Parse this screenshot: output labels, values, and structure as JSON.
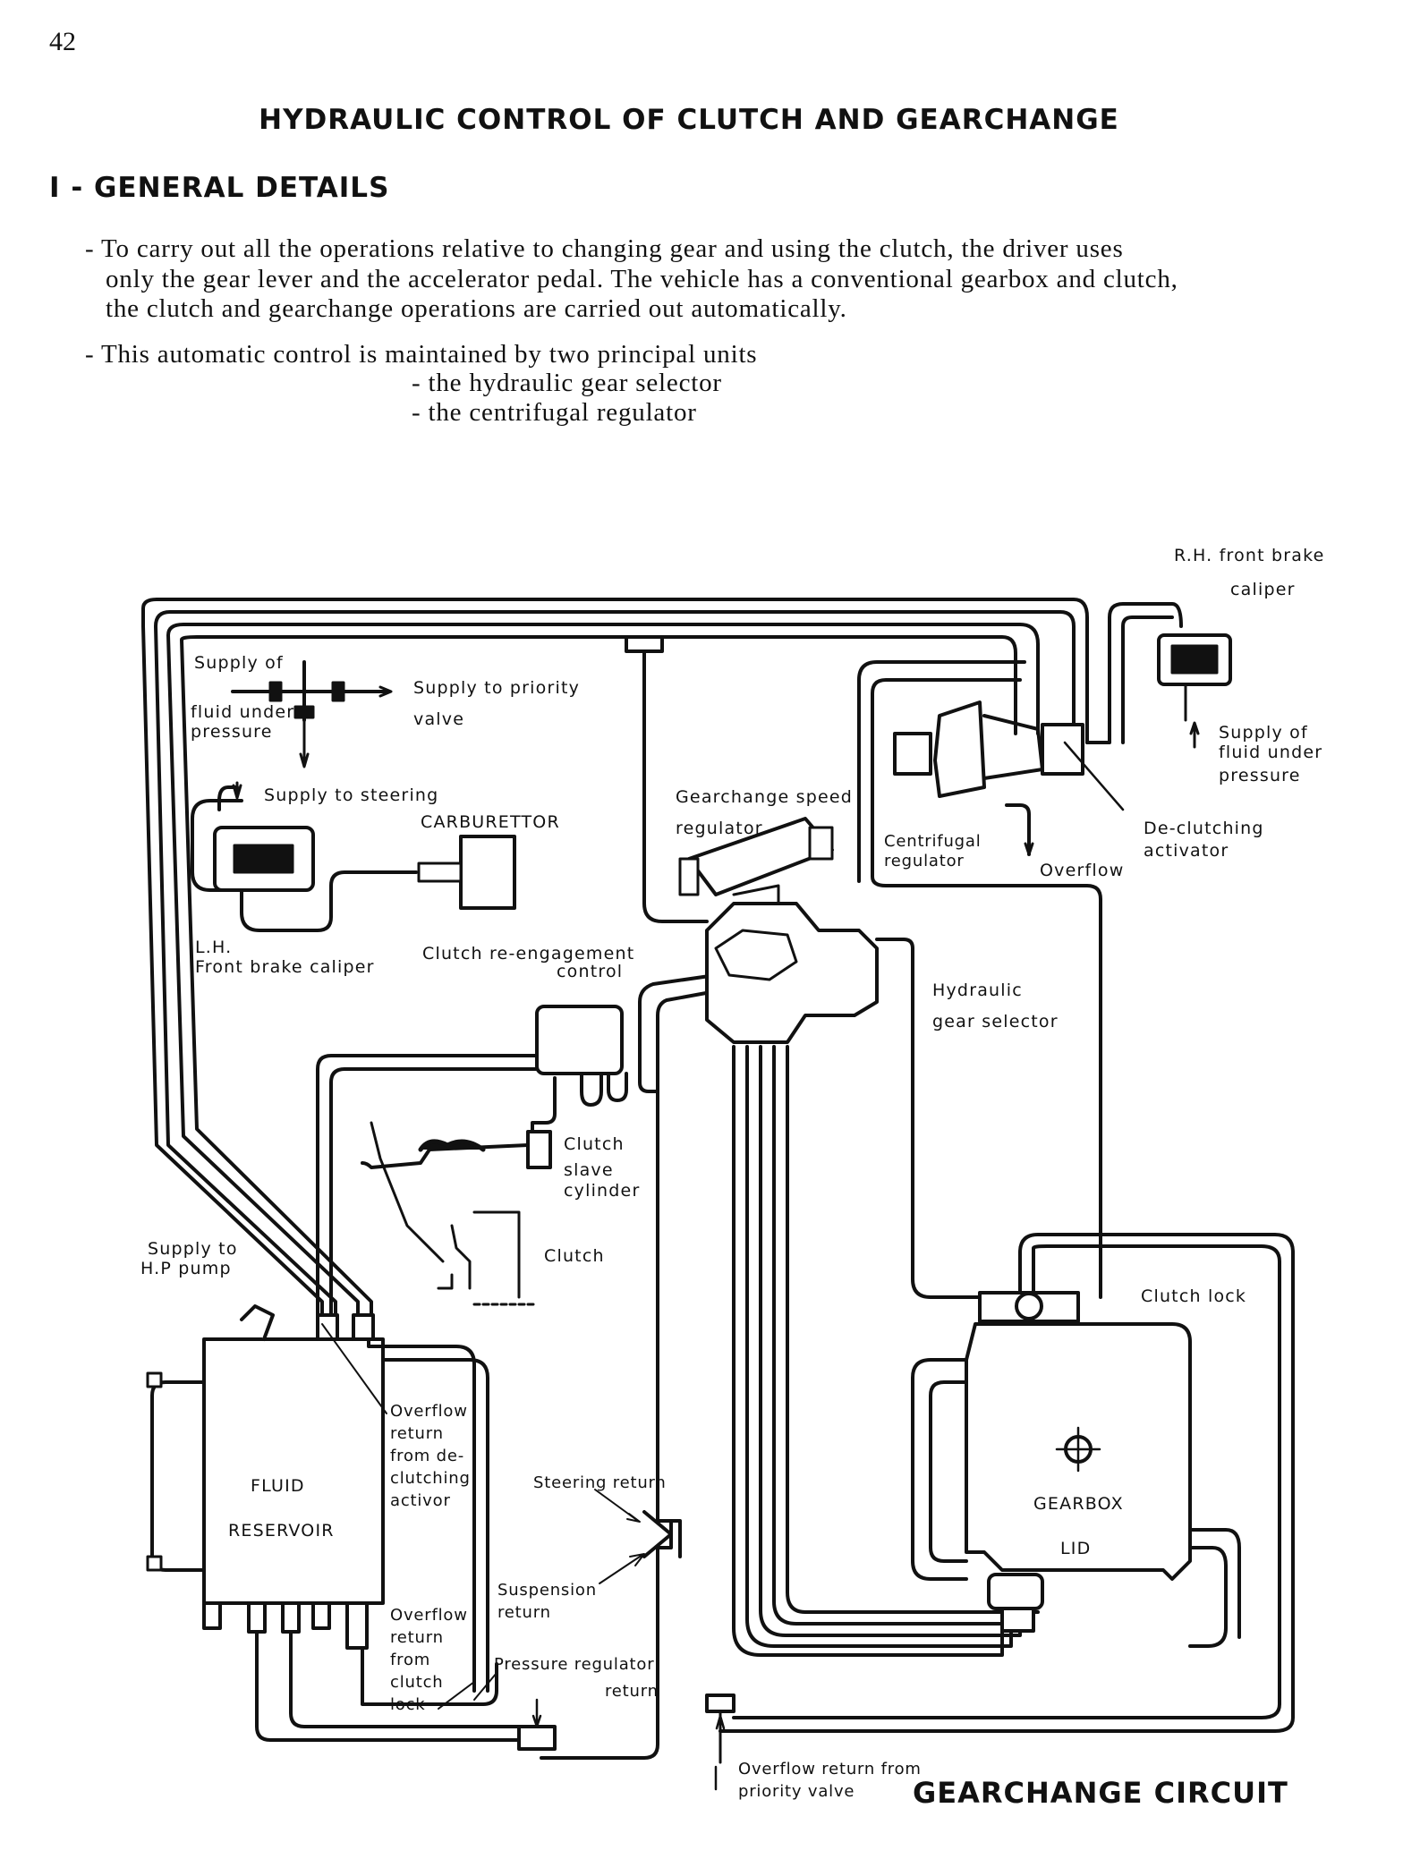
{
  "page_number": "42",
  "title": "HYDRAULIC CONTROL OF CLUTCH AND GEARCHANGE",
  "section": "I - GENERAL DETAILS",
  "paragraph1": [
    "- To carry out all the operations relative to changing gear and using the clutch, the driver uses",
    "only the gear lever and the accelerator  pedal. The vehicle has a conventional gearbox and clutch,",
    "the clutch and gearchange operations are carried out automatically."
  ],
  "paragraph2": [
    "- This automatic control is maintained by two principal units",
    "- the hydraulic gear selector",
    "- the centrifugal regulator"
  ],
  "labels": {
    "rh_caliper": [
      "R.H. front brake",
      "caliper"
    ],
    "supply_fluid_left": [
      "Supply of",
      "fluid under",
      "pressure"
    ],
    "supply_priority": [
      "Supply to priority",
      "valve"
    ],
    "supply_steering": "Supply to steering",
    "carburettor": "CARBURETTOR",
    "lh_caliper": [
      "L.H.",
      "Front brake caliper"
    ],
    "speed_regulator": [
      "Gearchange speed",
      "regulator"
    ],
    "centrifugal": [
      "Centrifugal",
      "regulator"
    ],
    "overflow_top": "Overflow",
    "declutching": [
      "De-clutching",
      "activator"
    ],
    "supply_fluid_right": [
      "Supply of",
      "fluid under",
      "pressure"
    ],
    "reengagement": [
      "Clutch re-engagement",
      "control"
    ],
    "gear_selector": [
      "Hydraulic",
      "gear selector"
    ],
    "slave": [
      "Clutch",
      "slave",
      "cylinder"
    ],
    "clutch": "Clutch",
    "hp_pump": [
      "Supply to",
      "H.P pump"
    ],
    "clutch_lock": "Clutch lock",
    "reservoir": [
      "FLUID",
      "RESERVOIR"
    ],
    "overflow_decl": [
      "Overflow",
      "return",
      "from de-",
      "clutching",
      "activor"
    ],
    "steering_return": "Steering return",
    "suspension_return": [
      "Suspension",
      "return"
    ],
    "overflow_lock": [
      "Overflow",
      "return",
      "from",
      "clutch",
      "lock"
    ],
    "pressure_reg": [
      "Pressure regulator",
      "return"
    ],
    "gearbox": [
      "GEARBOX",
      "LID"
    ],
    "overflow_priority": [
      "Overflow return from",
      "priority valve"
    ]
  },
  "caption": "GEARCHANGE CIRCUIT"
}
